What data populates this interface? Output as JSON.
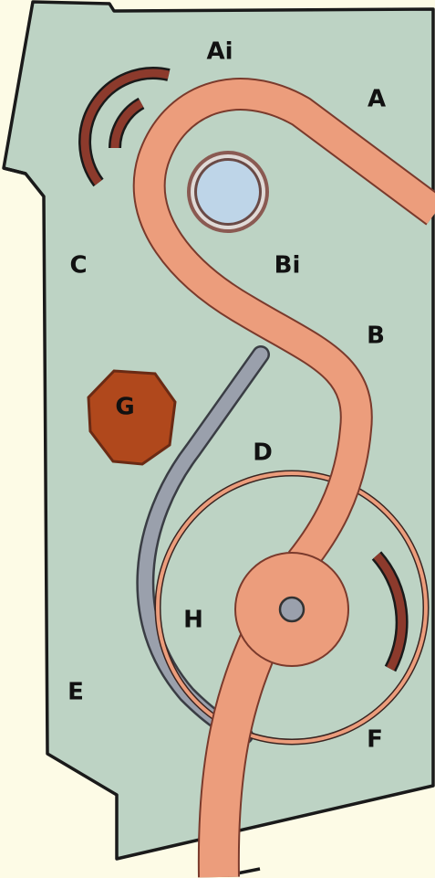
{
  "colors": {
    "background": "#fdfbe6",
    "panel": "#bdd3c4",
    "outline": "#1a1a1a",
    "salmon_tube": "#ec9d7c",
    "salmon_edge": "#7a3a2c",
    "gray_tube": "#9aa0ac",
    "gray_edge": "#3a3d44",
    "dark_red": "#8c3a2c",
    "hole_blue": "#bed5e8",
    "octagon": "#b0481c"
  },
  "labels": {
    "ai": "Ai",
    "a": "A",
    "c": "C",
    "bi": "Bi",
    "b": "B",
    "g": "G",
    "d": "D",
    "h": "H",
    "e": "E",
    "f": "F"
  }
}
